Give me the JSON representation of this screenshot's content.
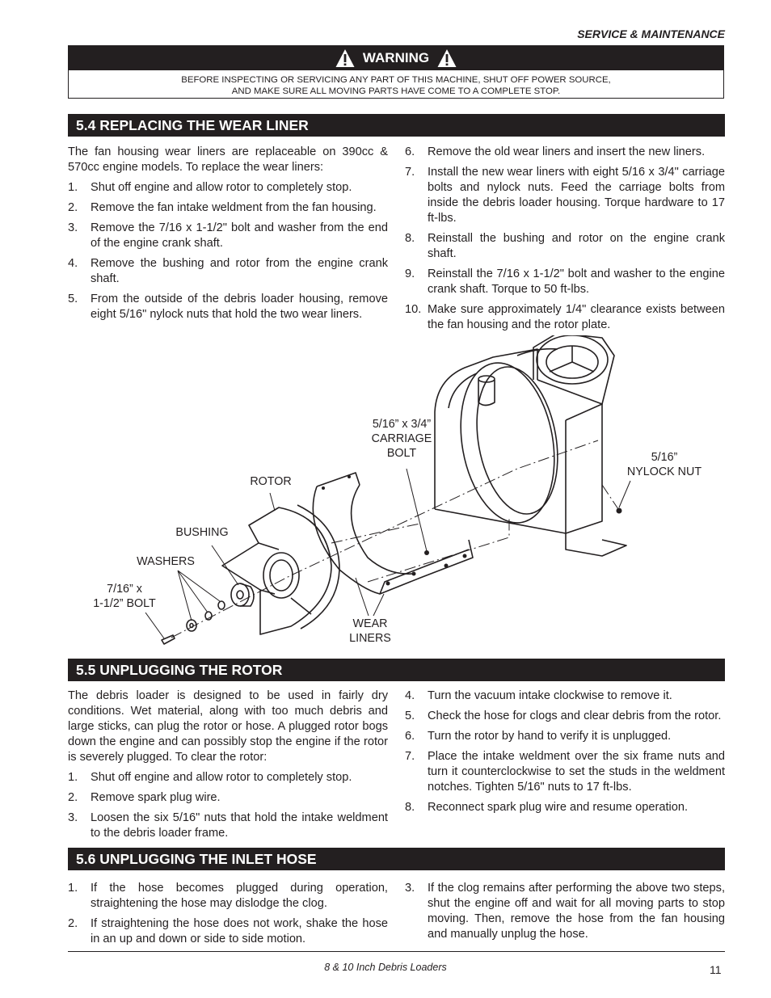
{
  "header": {
    "section": "SERVICE & MAINTENANCE"
  },
  "warning": {
    "title": "WARNING",
    "line1": "BEFORE INSPECTING OR SERVICING ANY PART OF THIS MACHINE, SHUT OFF POWER SOURCE,",
    "line2": "AND MAKE SURE ALL MOVING PARTS HAVE COME TO A COMPLETE STOP."
  },
  "s54": {
    "title": "5.4  REPLACING THE WEAR LINER",
    "intro": "The fan housing wear liners are replaceable on 390cc & 570cc engine models. To replace the wear liners:",
    "steps": [
      {
        "n": "1.",
        "t": "Shut off engine and allow rotor to completely stop."
      },
      {
        "n": "2.",
        "t": "Remove the fan intake weldment from the fan housing."
      },
      {
        "n": "3.",
        "t": "Remove the 7/16 x 1-1/2\" bolt and washer from the end of the engine crank shaft."
      },
      {
        "n": "4.",
        "t": "Remove the bushing and rotor from the engine crank shaft."
      },
      {
        "n": "5.",
        "t": "From the outside of the debris loader housing, remove eight 5/16\" nylock nuts that hold the two wear liners."
      },
      {
        "n": "6.",
        "t": "Remove the old wear liners and insert the new liners."
      },
      {
        "n": "7.",
        "t": "Install the new wear liners with eight 5/16 x 3/4\" carriage bolts and nylock nuts. Feed the carriage bolts from inside the debris loader housing. Torque hardware to 17 ft-lbs."
      },
      {
        "n": "8.",
        "t": "Reinstall the bushing and rotor on the engine crank shaft."
      },
      {
        "n": "9.",
        "t": "Reinstall the 7/16 x 1-1/2\" bolt and washer to the engine crank shaft. Torque to 50 ft-lbs."
      },
      {
        "n": "10.",
        "t": "Make sure approximately 1/4\" clearance exists between the fan housing and the rotor plate."
      }
    ]
  },
  "figure": {
    "rotor": "ROTOR",
    "bushing": "BUSHING",
    "washers": "WASHERS",
    "bolt1": "7/16” x",
    "bolt2": "1-1/2” BOLT",
    "carriage1": "5/16” x 3/4”",
    "carriage2": "CARRIAGE",
    "carriage3": "BOLT",
    "nut1": "5/16”",
    "nut2": "NYLOCK NUT",
    "liners1": "WEAR",
    "liners2": "LINERS"
  },
  "s55": {
    "title": "5.5  UNPLUGGING THE ROTOR",
    "intro": "The debris loader is designed to be used in fairly dry conditions. Wet material, along with too much debris and large sticks, can plug the rotor or hose. A plugged rotor bogs down the engine and can possibly stop the engine if the rotor is severely plugged. To clear the rotor:",
    "steps": [
      {
        "n": "1.",
        "t": "Shut off engine and allow rotor to completely stop."
      },
      {
        "n": "2.",
        "t": "Remove spark plug wire."
      },
      {
        "n": "3.",
        "t": "Loosen the six 5/16\" nuts that hold the intake weldment to the debris loader frame."
      },
      {
        "n": "4.",
        "t": "Turn the vacuum intake clockwise to remove it."
      },
      {
        "n": "5.",
        "t": "Check the hose for clogs and clear debris from the rotor."
      },
      {
        "n": "6.",
        "t": "Turn the rotor by hand to verify it is unplugged."
      },
      {
        "n": "7.",
        "t": "Place the intake weldment over the six frame nuts and turn it counterclockwise to set the studs in the weldment notches. Tighten 5/16\" nuts to 17 ft-lbs."
      },
      {
        "n": "8.",
        "t": "Reconnect spark plug wire and resume operation."
      }
    ]
  },
  "s56": {
    "title": "5.6  UNPLUGGING THE INLET HOSE",
    "steps": [
      {
        "n": "1.",
        "t": "If the hose becomes plugged during operation, straightening the hose may dislodge the clog."
      },
      {
        "n": "2.",
        "t": "If straightening the hose does not work, shake the hose in an up and down or side to side motion."
      },
      {
        "n": "3.",
        "t": "If the clog remains after performing the above two steps, shut the engine off and wait for all moving parts to stop moving. Then, remove the hose from the fan housing and manually unplug the hose."
      }
    ]
  },
  "footer": {
    "title": "8 & 10 Inch Debris Loaders",
    "page": "11"
  }
}
